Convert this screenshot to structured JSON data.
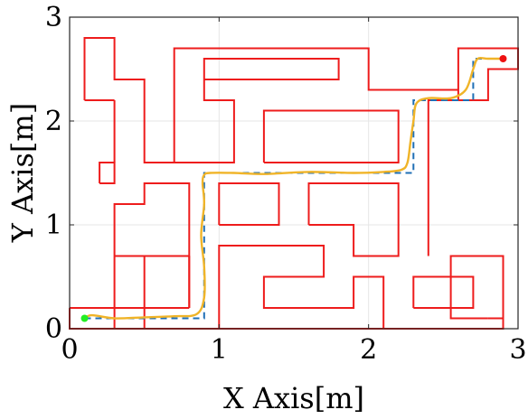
{
  "chart_data": {
    "type": "line",
    "title": "",
    "xlabel": "X Axis[m]",
    "ylabel": "Y Axis[m]",
    "xlim": [
      0,
      3
    ],
    "ylim": [
      0,
      3
    ],
    "xticks": [
      0,
      1,
      2,
      3
    ],
    "yticks": [
      0,
      1,
      2,
      3
    ],
    "xtick_labels": [
      "0",
      "1",
      "2",
      "3"
    ],
    "ytick_labels": [
      "0",
      "1",
      "2",
      "3"
    ],
    "grid": true,
    "legend": "none",
    "colors": {
      "walls": "#ee1c1c",
      "reference_path": "#1f6fb5",
      "trajectory": "#f0b428",
      "start": "#22ee22",
      "goal": "#ee1111",
      "grid": "#e6e6e6"
    },
    "maze_walls": [
      [
        [
          0.0,
          0.2
        ],
        [
          0.5,
          0.2
        ],
        [
          0.5,
          0.0
        ],
        [
          1.5,
          0.0
        ]
      ],
      [
        [
          0.0,
          0.2
        ],
        [
          0.0,
          0.0
        ],
        [
          0.5,
          0.0
        ]
      ],
      [
        [
          1.5,
          0.0
        ],
        [
          2.9,
          0.0
        ],
        [
          2.9,
          0.7
        ],
        [
          2.55,
          0.7
        ],
        [
          2.55,
          0.1
        ],
        [
          2.8,
          0.1
        ]
      ],
      [
        [
          2.8,
          0.1
        ],
        [
          2.9,
          0.1
        ]
      ],
      [
        [
          0.3,
          0.7
        ],
        [
          0.3,
          1.2
        ],
        [
          0.5,
          1.2
        ],
        [
          0.5,
          1.4
        ],
        [
          0.8,
          1.4
        ],
        [
          0.8,
          0.7
        ],
        [
          0.3,
          0.7
        ]
      ],
      [
        [
          0.3,
          0.7
        ],
        [
          0.3,
          0.0
        ]
      ],
      [
        [
          0.5,
          0.2
        ],
        [
          0.5,
          0.7
        ]
      ],
      [
        [
          0.8,
          0.2
        ],
        [
          0.8,
          0.7
        ]
      ],
      [
        [
          0.5,
          0.2
        ],
        [
          0.8,
          0.2
        ]
      ],
      [
        [
          0.8,
          0.7
        ],
        [
          0.8,
          0.2
        ]
      ],
      [
        [
          0.88,
          0.0
        ],
        [
          0.88,
          0.0
        ]
      ],
      [
        [
          1.0,
          0.0
        ],
        [
          1.0,
          0.8
        ],
        [
          1.7,
          0.8
        ],
        [
          1.7,
          0.5
        ],
        [
          1.3,
          0.5
        ],
        [
          1.3,
          0.2
        ],
        [
          1.9,
          0.2
        ],
        [
          1.9,
          0.5
        ],
        [
          2.1,
          0.5
        ],
        [
          2.1,
          0.0
        ]
      ],
      [
        [
          1.0,
          1.0
        ],
        [
          1.0,
          1.4
        ],
        [
          1.4,
          1.4
        ],
        [
          1.4,
          1.0
        ],
        [
          1.0,
          1.0
        ]
      ],
      [
        [
          1.6,
          1.0
        ],
        [
          1.6,
          1.4
        ],
        [
          2.2,
          1.4
        ],
        [
          2.2,
          0.7
        ],
        [
          1.9,
          0.7
        ],
        [
          1.9,
          1.0
        ],
        [
          1.6,
          1.0
        ]
      ],
      [
        [
          2.3,
          0.2
        ],
        [
          2.7,
          0.2
        ],
        [
          2.7,
          0.5
        ],
        [
          2.3,
          0.5
        ],
        [
          2.3,
          0.2
        ]
      ],
      [
        [
          2.4,
          0.7
        ],
        [
          2.4,
          2.2
        ],
        [
          2.6,
          2.2
        ],
        [
          2.6,
          2.3
        ],
        [
          2.0,
          2.3
        ],
        [
          2.0,
          2.7
        ],
        [
          0.7,
          2.7
        ],
        [
          0.7,
          1.6
        ],
        [
          1.1,
          1.6
        ],
        [
          1.1,
          2.2
        ],
        [
          0.9,
          2.2
        ],
        [
          0.9,
          2.4
        ]
      ],
      [
        [
          0.2,
          1.4
        ],
        [
          0.3,
          1.4
        ],
        [
          0.3,
          1.6
        ],
        [
          0.2,
          1.6
        ],
        [
          0.2,
          1.4
        ]
      ],
      [
        [
          0.1,
          2.2
        ],
        [
          0.1,
          2.8
        ],
        [
          0.3,
          2.8
        ],
        [
          0.3,
          2.4
        ],
        [
          0.5,
          2.4
        ],
        [
          0.5,
          1.6
        ],
        [
          0.7,
          1.6
        ]
      ],
      [
        [
          0.3,
          2.2
        ],
        [
          0.1,
          2.2
        ]
      ],
      [
        [
          0.3,
          1.6
        ],
        [
          0.3,
          2.2
        ]
      ],
      [
        [
          0.9,
          2.4
        ],
        [
          0.9,
          2.6
        ],
        [
          1.8,
          2.6
        ],
        [
          1.8,
          2.4
        ],
        [
          0.9,
          2.4
        ]
      ],
      [
        [
          1.3,
          1.6
        ],
        [
          1.3,
          2.1
        ],
        [
          2.2,
          2.1
        ],
        [
          2.2,
          1.6
        ],
        [
          1.3,
          1.6
        ]
      ],
      [
        [
          2.6,
          2.3
        ],
        [
          2.6,
          2.7
        ],
        [
          3.0,
          2.7
        ],
        [
          3.0,
          2.5
        ],
        [
          2.8,
          2.5
        ],
        [
          2.8,
          2.2
        ],
        [
          2.6,
          2.2
        ]
      ],
      [
        [
          2.9,
          0.0
        ],
        [
          2.9,
          0.0
        ]
      ]
    ],
    "reference_path": {
      "x": [
        0.1,
        0.3,
        0.6,
        0.9,
        0.9,
        1.2,
        1.5,
        1.8,
        2.1,
        2.3,
        2.3,
        2.7,
        2.7,
        2.9
      ],
      "y": [
        0.1,
        0.1,
        0.1,
        0.1,
        1.5,
        1.5,
        1.5,
        1.5,
        1.5,
        1.5,
        2.2,
        2.2,
        2.6,
        2.6
      ]
    },
    "trajectory": {
      "x": [
        0.1,
        0.15,
        0.3,
        0.5,
        0.7,
        0.85,
        0.9,
        0.9,
        0.88,
        0.9,
        0.89,
        0.9,
        0.94,
        1.1,
        1.3,
        1.6,
        1.9,
        2.1,
        2.22,
        2.26,
        2.28,
        2.3,
        2.32,
        2.4,
        2.55,
        2.65,
        2.7,
        2.73,
        2.8,
        2.9
      ],
      "y": [
        0.1,
        0.13,
        0.1,
        0.11,
        0.12,
        0.14,
        0.3,
        0.6,
        0.9,
        1.2,
        1.4,
        1.48,
        1.5,
        1.5,
        1.49,
        1.51,
        1.5,
        1.51,
        1.53,
        1.6,
        1.8,
        2.0,
        2.17,
        2.22,
        2.22,
        2.3,
        2.5,
        2.6,
        2.6,
        2.6
      ]
    },
    "start": {
      "x": 0.1,
      "y": 0.1
    },
    "goal": {
      "x": 2.9,
      "y": 2.6
    }
  }
}
